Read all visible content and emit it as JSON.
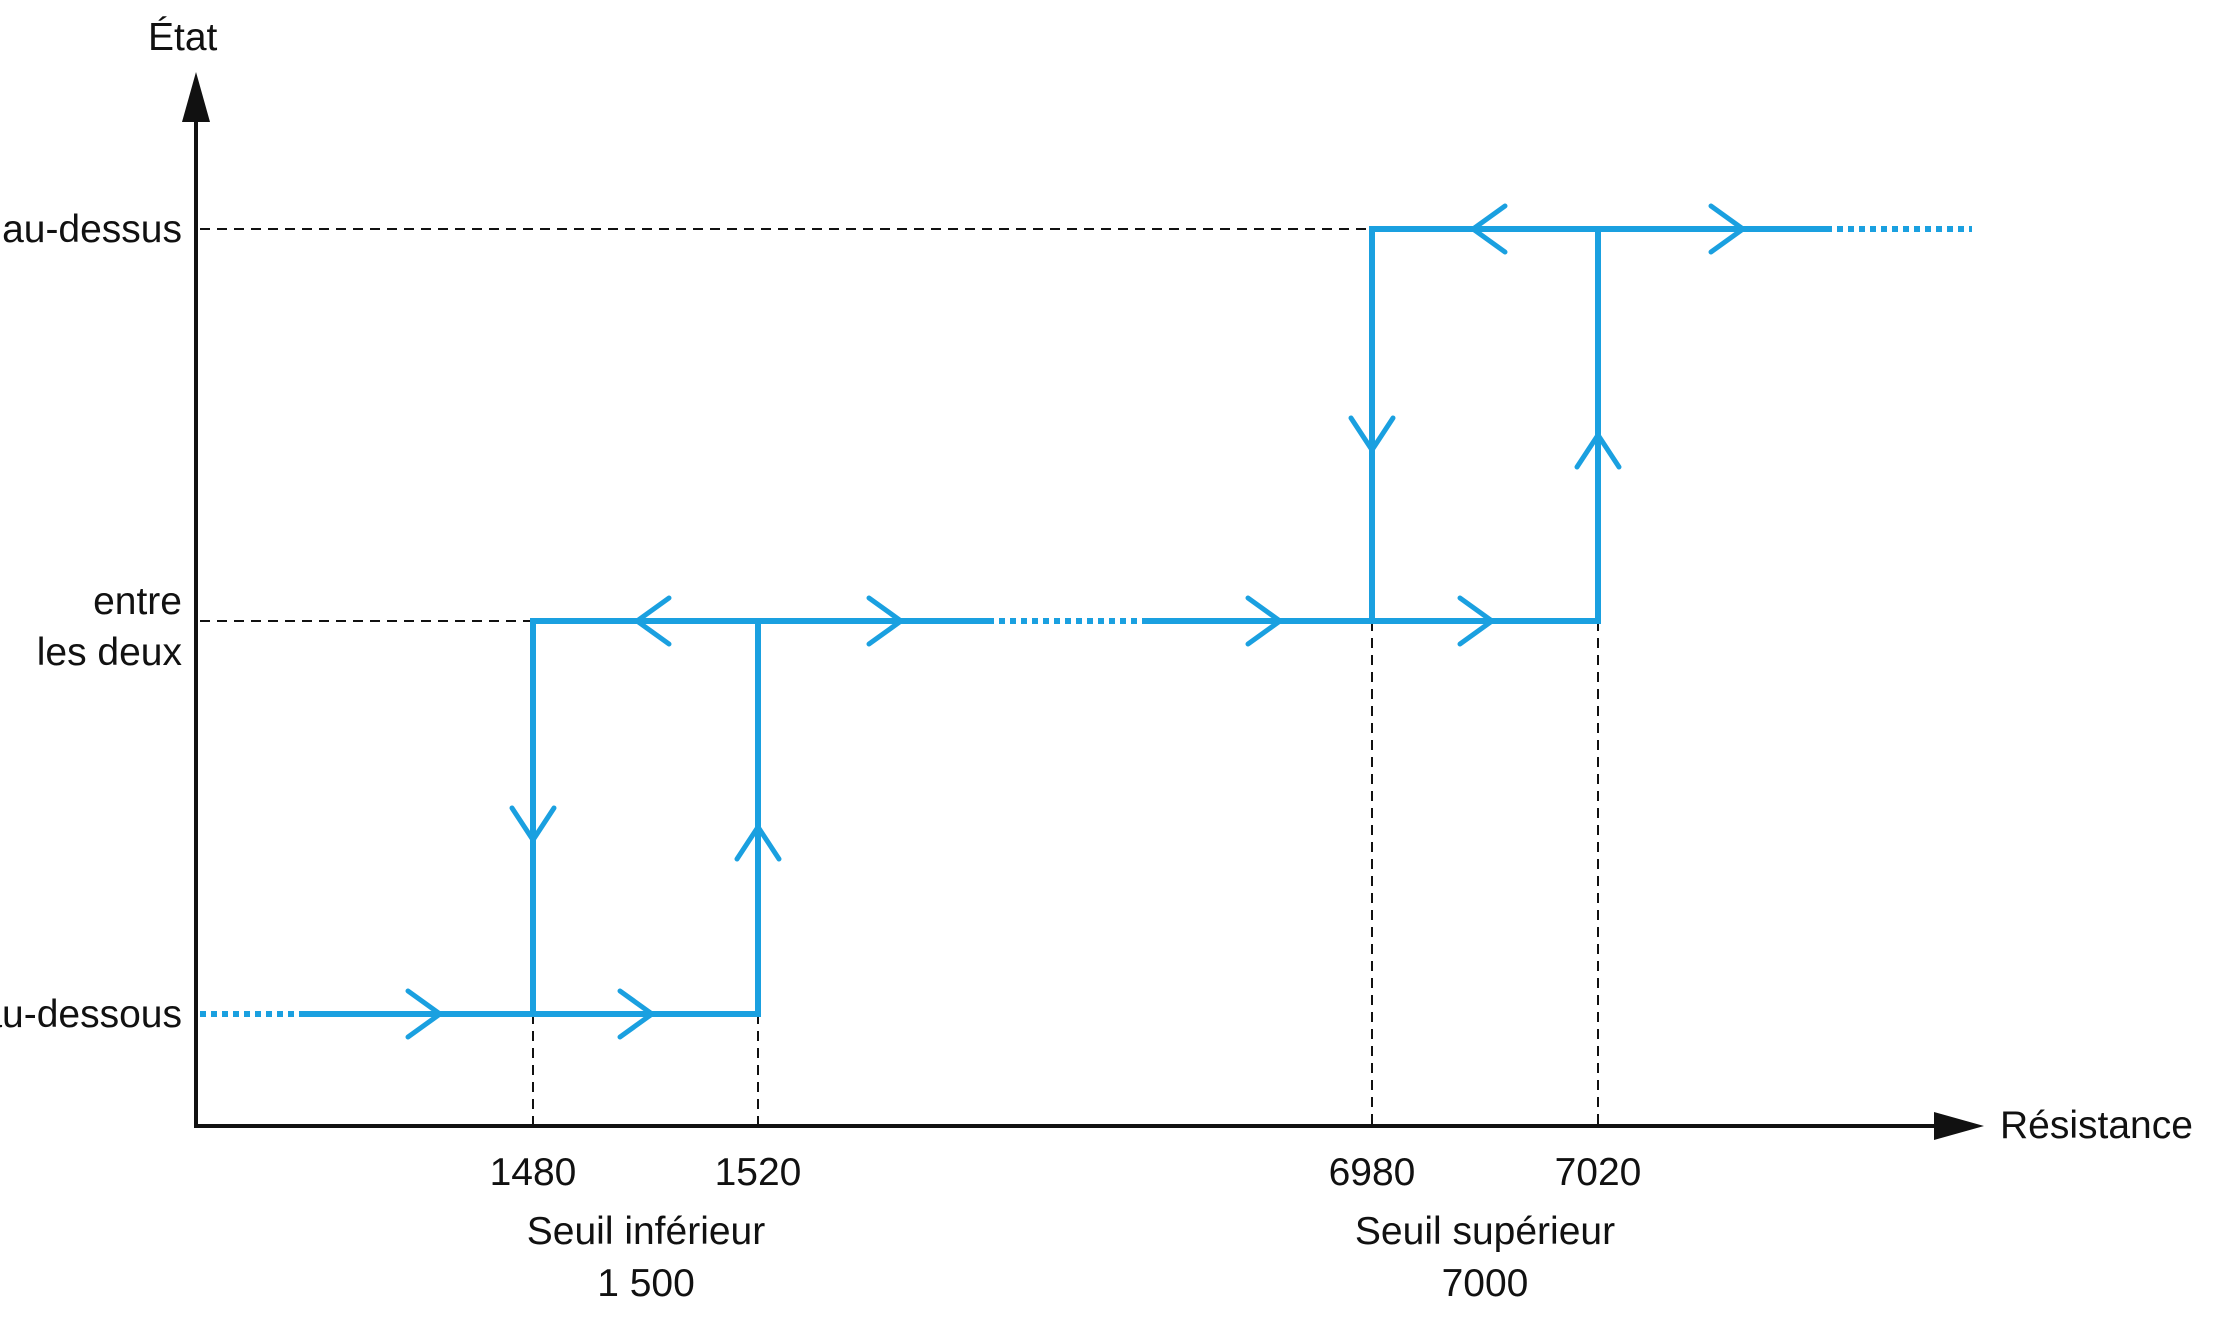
{
  "colors": {
    "accent": "#1aa0e0",
    "axis": "#111111"
  },
  "axes": {
    "y_label": "État",
    "x_label": "Résistance"
  },
  "states": {
    "above": "au-dessus",
    "between_line1": "entre",
    "between_line2": "les deux",
    "below": "au-dessous"
  },
  "ticks": [
    "1480",
    "1520",
    "6980",
    "7020"
  ],
  "thresholds": {
    "lower": {
      "title": "Seuil inférieur",
      "value": "1 500"
    },
    "upper": {
      "title": "Seuil supérieur",
      "value": "7000"
    }
  }
}
